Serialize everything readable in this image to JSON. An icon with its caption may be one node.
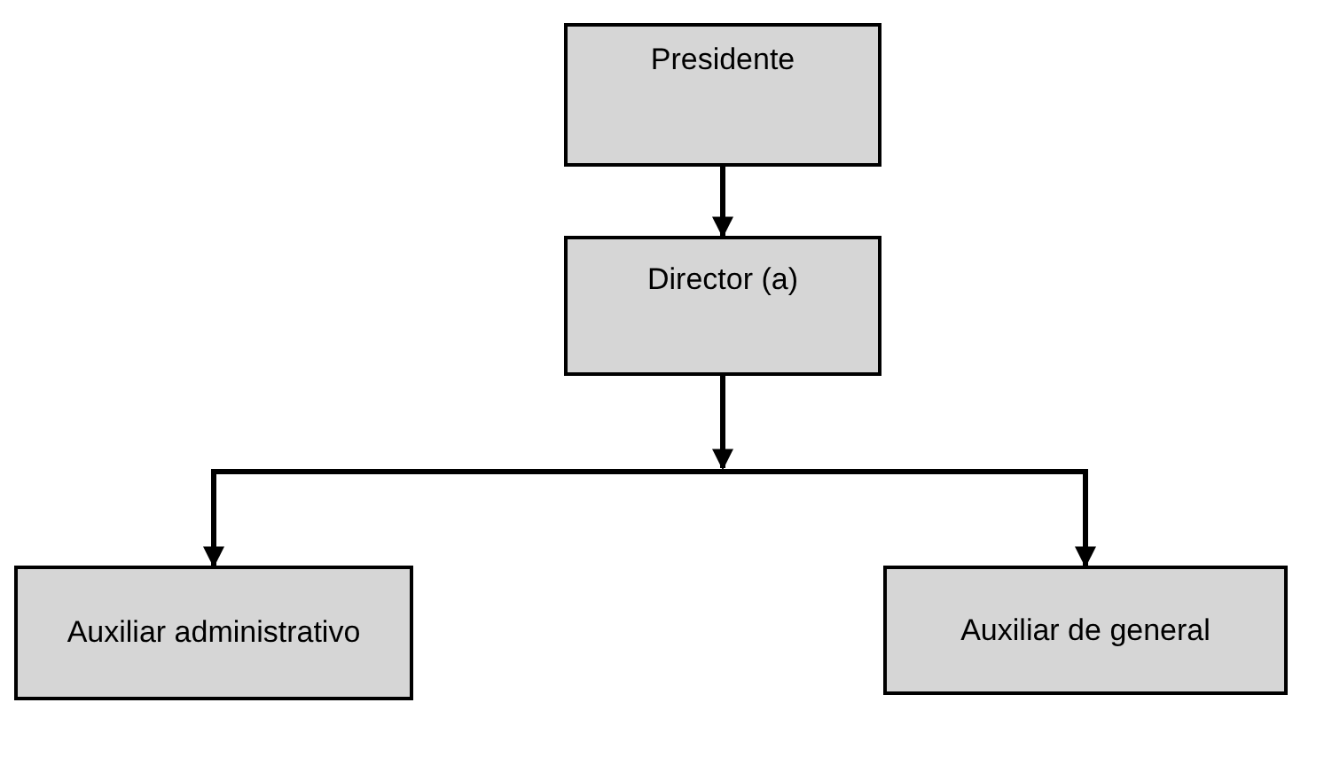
{
  "diagram": {
    "nodes": [
      {
        "text": [
          "Presidente"
        ]
      },
      {
        "text": [
          "Director (a)"
        ]
      },
      {
        "text": [
          "Auxiliar administrativo"
        ]
      },
      {
        "text": [
          "Auxiliar de general"
        ]
      }
    ],
    "edges": [
      {
        "from": 0,
        "to": 1,
        "arrow": "to"
      },
      {
        "from": 1,
        "to": 2,
        "arrow": "to"
      },
      {
        "from": 1,
        "to": 3,
        "arrow": "to"
      }
    ]
  }
}
